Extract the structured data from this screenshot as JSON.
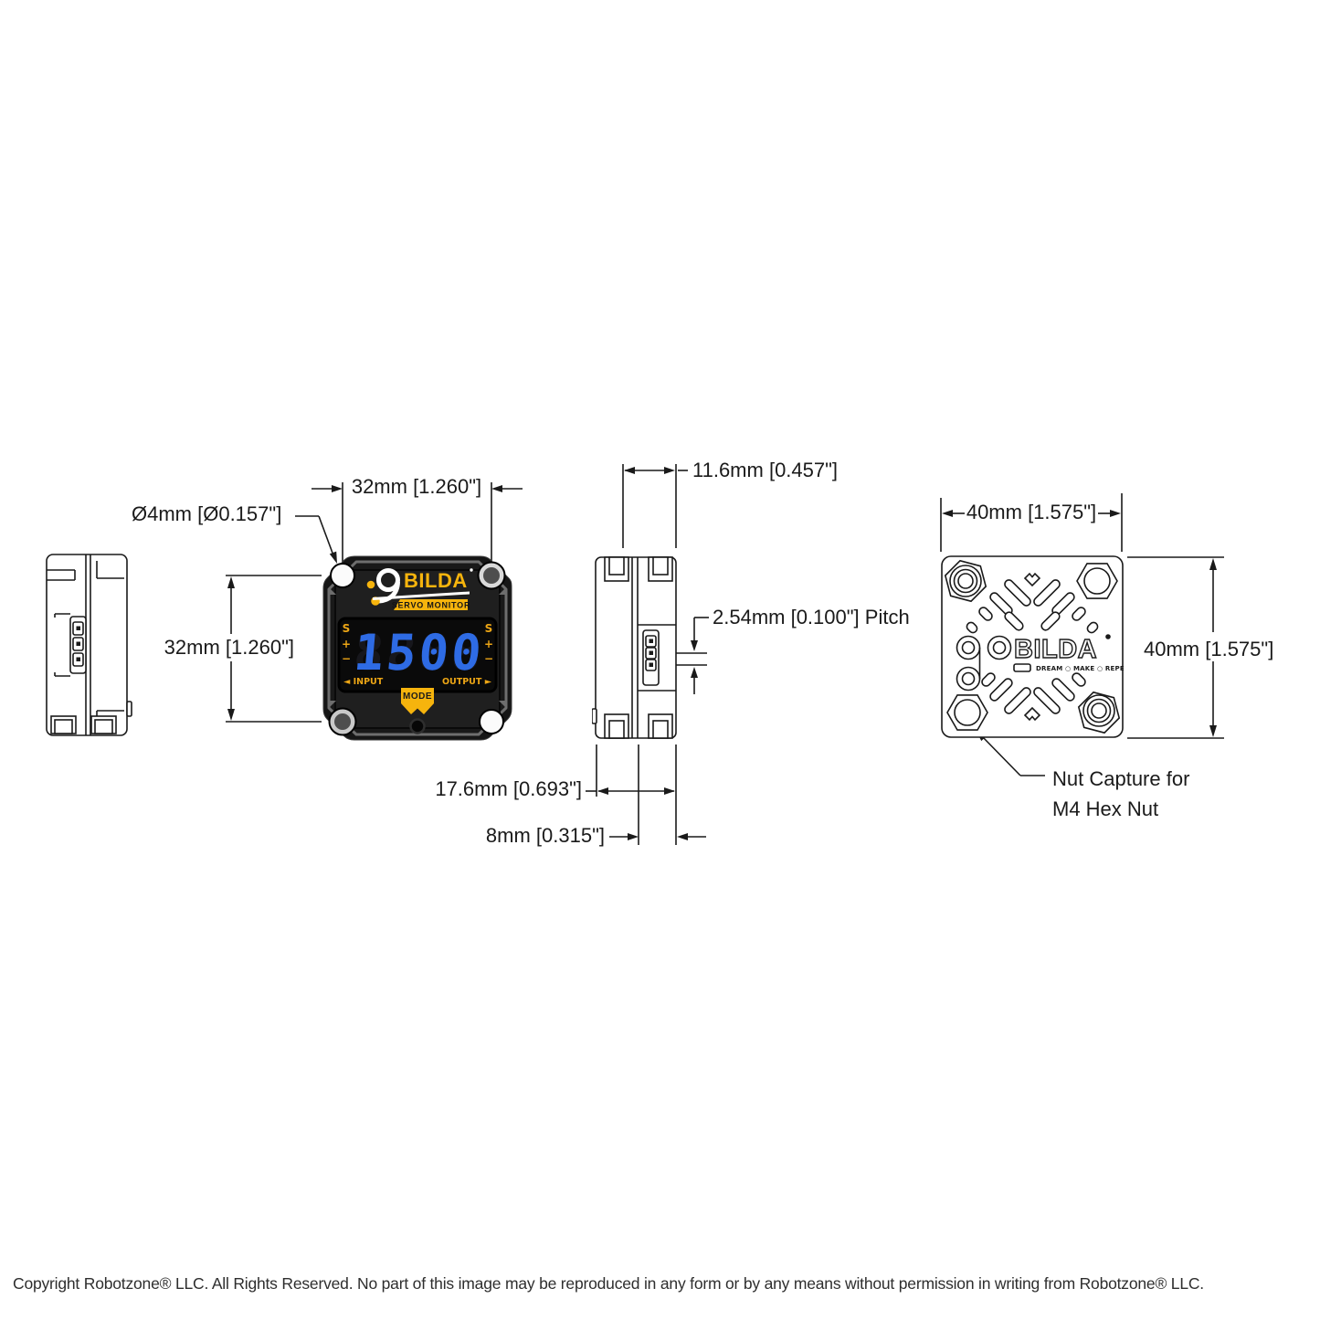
{
  "dims": {
    "front_width": "32mm [1.260\"]",
    "front_height": "32mm [1.260\"]",
    "hole_diameter": "Ø4mm [Ø0.157\"]",
    "front_bezel_depth": "11.6mm [0.457\"]",
    "pin_pitch": "2.54mm [0.100\"] Pitch",
    "total_depth": "17.6mm [0.693\"]",
    "body_depth": "8mm [0.315\"]",
    "back_width": "40mm [1.575\"]",
    "back_height": "40mm [1.575\"]",
    "nut_capture_line1": "Nut Capture for",
    "nut_capture_line2": "M4 Hex Nut"
  },
  "front_view": {
    "brand": "BILDA",
    "subtitle": "SERVO MONITOR",
    "display_value": "1500",
    "display_unlit": "8888",
    "signal_labels": {
      "s": "S",
      "plus": "+",
      "minus": "−"
    },
    "input_label": "◄ INPUT",
    "output_label": "OUTPUT ►",
    "mode_label": "MODE"
  },
  "back_view": {
    "brand": "BILDA",
    "tagline": "DREAM ○ MAKE ○ REPEAT"
  },
  "footer": {
    "copyright": "Copyright Robotzone® LLC.  All Rights Reserved. No part of this image may be reproduced in any form or by any means without permission in writing from Robotzone® LLC."
  },
  "colors": {
    "accent_yellow": "#F6B40D",
    "display_blue": "#2E6BE4",
    "line": "#1A1A1A"
  }
}
